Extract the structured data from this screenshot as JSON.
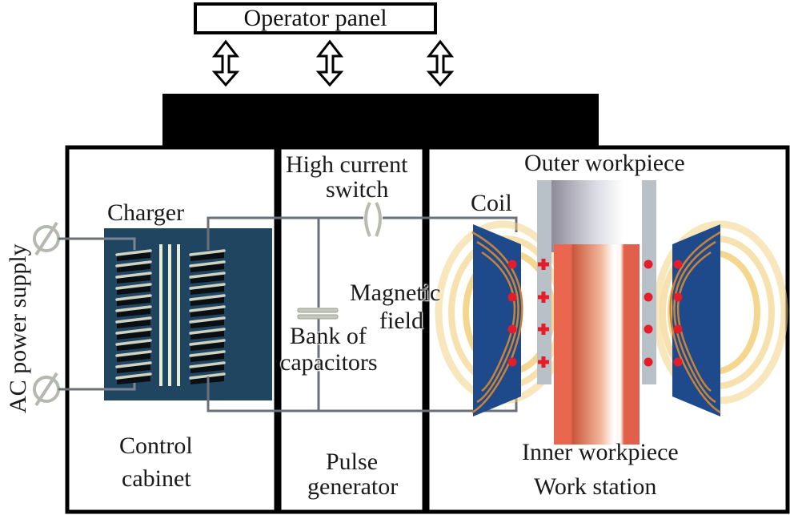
{
  "operator_panel": {
    "label": "Operator panel"
  },
  "controller_block": {
    "label": ""
  },
  "arrows": {
    "count": 3,
    "icon": "double-headed-vertical-arrow"
  },
  "sections": {
    "control_cabinet": {
      "label_line1": "Control",
      "label_line2": "cabinet"
    },
    "pulse_generator": {
      "label_line1": "Pulse",
      "label_line2": "generator"
    },
    "work_station": {
      "label": "Work station"
    }
  },
  "labels": {
    "ac_power_supply": "AC power supply",
    "charger": "Charger",
    "high_current_switch_line1": "High current",
    "high_current_switch_line2": "switch",
    "magnetic_field_line1": "Magnetic",
    "magnetic_field_line2": "field",
    "bank_of_capacitors_line1": "Bank of",
    "bank_of_capacitors_line2": "capacitors",
    "coil": "Coil",
    "outer_workpiece": "Outer workpiece",
    "inner_workpiece": "Inner workpiece"
  },
  "colors": {
    "charger_body": "#1f4560",
    "coil_body": "#1e4a8c",
    "wire": "#6b7078",
    "field_lines": "#e8a640",
    "outer_workpiece": "#b8c0c8",
    "inner_workpiece": "#e8735a",
    "charge_marker": "#e41d2a"
  }
}
